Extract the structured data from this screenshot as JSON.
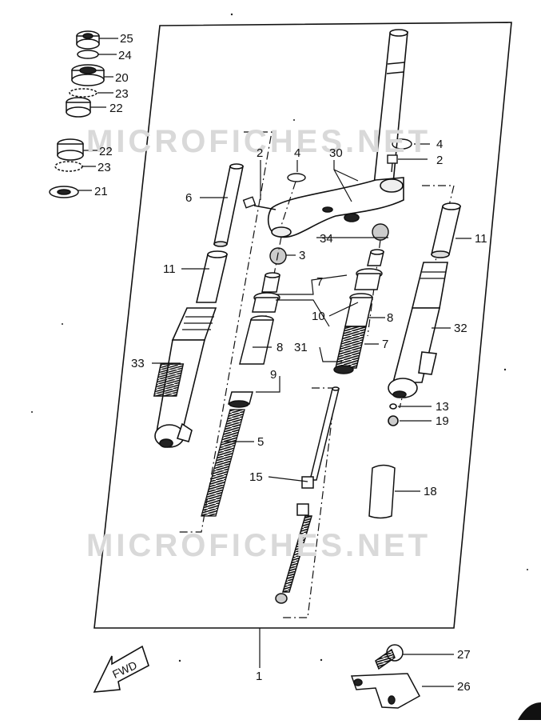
{
  "watermark": "MICROFICHES.NET",
  "fwd_label": "FWD",
  "callouts": {
    "c25": "25",
    "c24": "24",
    "c20": "20",
    "c23a": "23",
    "c22a": "22",
    "c22b": "22",
    "c23b": "23",
    "c21": "21",
    "c2a": "2",
    "c4a": "4",
    "c30": "30",
    "c4b": "4",
    "c2b": "2",
    "c6": "6",
    "c11a": "11",
    "c3": "3",
    "c34": "34",
    "c11b": "11",
    "c7a": "7",
    "c10": "10",
    "c8a": "8",
    "c32": "32",
    "c33": "33",
    "c8b": "8",
    "c31": "31",
    "c7b": "7",
    "c9": "9",
    "c13": "13",
    "c19": "19",
    "c5": "5",
    "c15": "15",
    "c18": "18",
    "c1": "1",
    "c27": "27",
    "c26": "26"
  }
}
